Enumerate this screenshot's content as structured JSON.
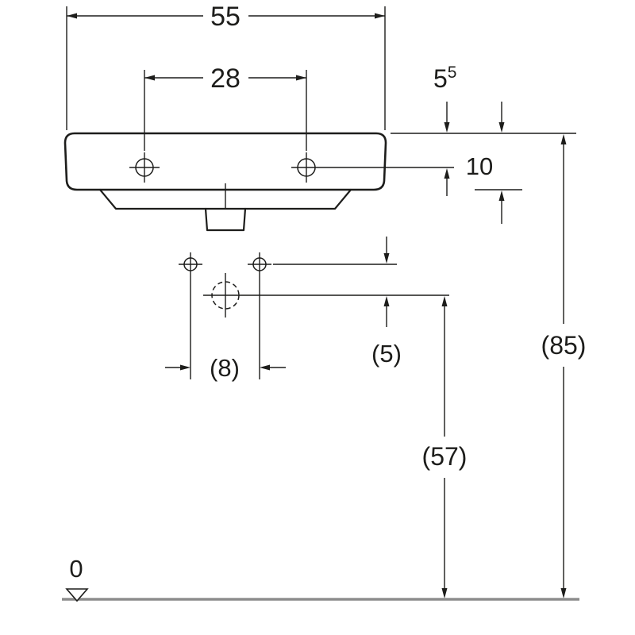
{
  "drawing": {
    "kind": "technical-dimension-drawing",
    "subject": "washbasin-front-elevation"
  },
  "dims": {
    "width": "55",
    "tap_spacing": "28",
    "rim_to_tap_base": "5",
    "rim_to_tap_sup": "5",
    "apron_height": "10",
    "fixing_spacing": "(8)",
    "fixing_to_drain": "(5)",
    "drain_height": "(57)",
    "rim_height": "(85)",
    "datum": "0"
  },
  "values": {
    "width_cm": 55,
    "tap_spacing_cm": 28,
    "rim_to_tap_cm": 5.5,
    "apron_height_cm": 10,
    "fixing_spacing_cm": 8,
    "fixing_to_drain_cm": 5,
    "drain_height_cm": 57,
    "rim_height_cm": 85,
    "datum_level_cm": 0
  },
  "colors": {
    "line": "#1d1d1b",
    "ground": "#8d8d8d",
    "background": "#ffffff"
  }
}
